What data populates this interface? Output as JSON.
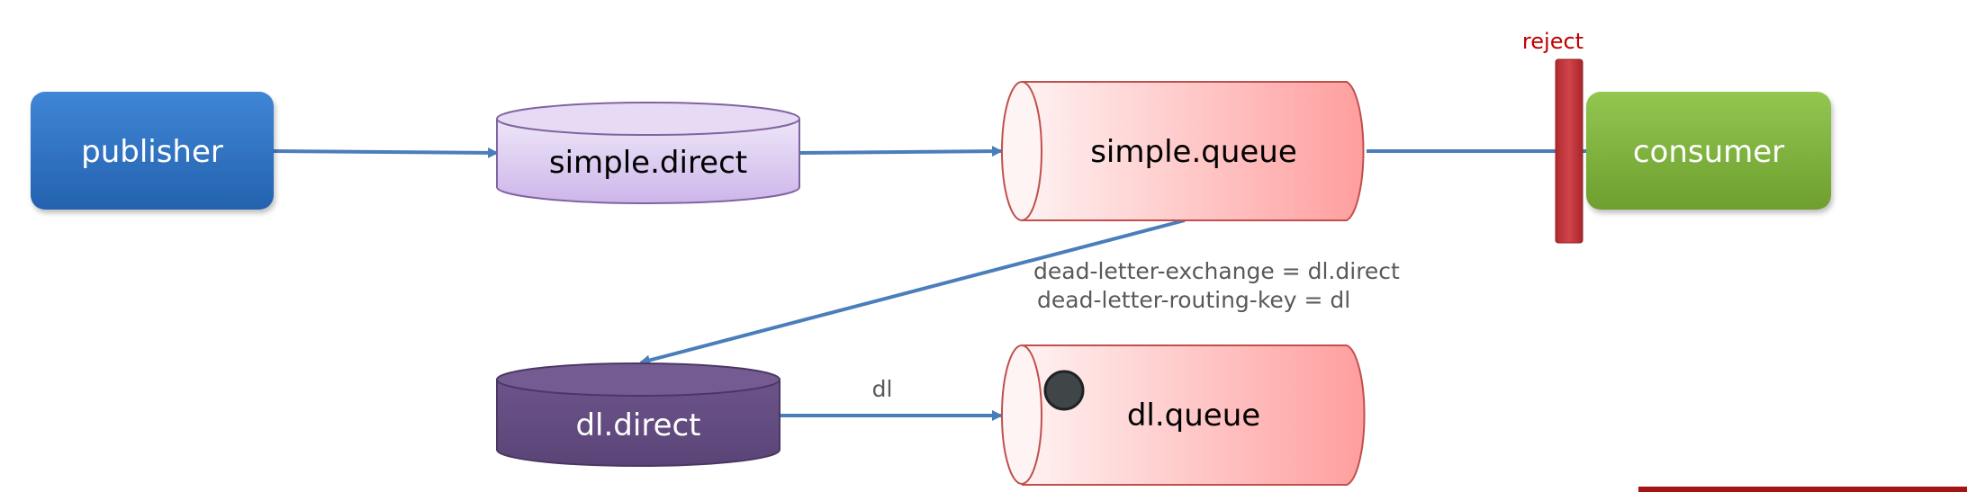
{
  "diagram": {
    "nodes": {
      "publisher": {
        "label": "publisher",
        "fill": "#2E75C7",
        "text_color": "#ffffff"
      },
      "simple_direct": {
        "label": "simple.direct",
        "fill": "#D7C6EE",
        "text_color": "#000000"
      },
      "simple_queue": {
        "label": "simple.queue",
        "fill": "#FFD3D3",
        "text_color": "#000000"
      },
      "consumer": {
        "label": "consumer",
        "fill": "#7FB23A",
        "text_color": "#ffffff"
      },
      "dl_direct": {
        "label": "dl.direct",
        "fill": "#604A7B",
        "text_color": "#ffffff"
      },
      "dl_queue": {
        "label": "dl.queue",
        "fill": "#FFD3D3",
        "text_color": "#000000"
      }
    },
    "reject": {
      "label": "reject",
      "color": "#C00000",
      "bar_fill": "#C6373C"
    },
    "edges": {
      "publisher_to_simple_direct": {
        "label": ""
      },
      "simple_direct_to_simple_queue": {
        "label": ""
      },
      "simple_queue_to_consumer": {
        "label": ""
      },
      "simple_queue_to_dl_direct": {
        "label": ""
      },
      "dl_direct_to_dl_queue": {
        "label": "dl"
      }
    },
    "dead_letter_notes": [
      "dead-letter-exchange = dl.direct",
      "dead-letter-routing-key = dl"
    ],
    "message_in_dl_queue": {
      "icon": "message-dot-icon",
      "fill": "#404648"
    },
    "arrow_color": "#4A7EBB",
    "queue_outline": "#C0504D"
  }
}
